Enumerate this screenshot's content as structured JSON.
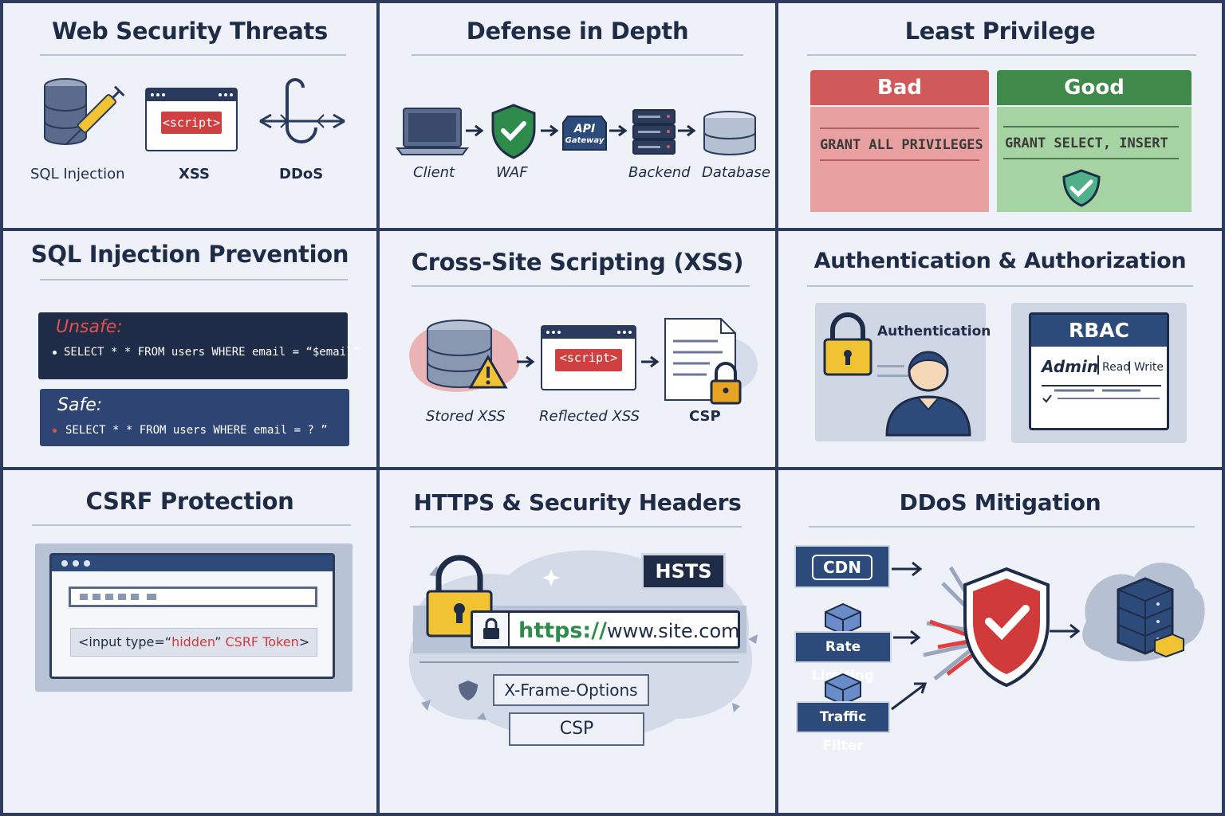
{
  "panels": {
    "threats": {
      "title": "Web Security Threats",
      "labels": [
        "SQL Injection",
        "XSS",
        "DDoS"
      ],
      "script_tag": "<script>"
    },
    "defense": {
      "title": "Defense in Depth",
      "labels": [
        "Client",
        "WAF",
        "Backend",
        "Database"
      ],
      "api_text": "API",
      "gateway_text": "Gateway"
    },
    "least_privilege": {
      "title": "Least Privilege",
      "bad_label": "Bad",
      "good_label": "Good",
      "bad_code": "GRANT ALL PRIVILEGES",
      "good_code": "GRANT SELECT, INSERT",
      "bad_color": "#d05a5a",
      "good_color": "#3f8a4a"
    },
    "sql_prevention": {
      "title": "SQL Injection Prevention",
      "unsafe_label": "Unsafe:",
      "unsafe_code": "SELECT * * FROM users WHERE email = “$email”",
      "safe_label": "Safe:",
      "safe_code": "SELECT * * FROM users WHERE email = ? ”"
    },
    "xss": {
      "title": "Cross-Site Scripting (XSS)",
      "labels": [
        "Stored XSS",
        "Reflected XSS",
        "CSP"
      ],
      "script_tag": "<script>"
    },
    "auth": {
      "title": "Authentication & Authorization",
      "auth_label": "Authentication",
      "rbac_title": "RBAC",
      "admin_label": "Admin",
      "perm_read": "Read",
      "perm_write": "Write"
    },
    "csrf": {
      "title": "CSRF Protection",
      "input_prefix": "<input type=“",
      "input_hidden": "hidden",
      "input_mid": "” ",
      "input_token": "CSRF Token",
      "input_suffix": ">"
    },
    "https": {
      "title": "HTTPS & Security Headers",
      "url_scheme": "https://",
      "url_host": "www.site.com",
      "hsts": "HSTS",
      "x_frame": "X-Frame-Options",
      "csp": "CSP"
    },
    "ddos": {
      "title": "DDoS Mitigation",
      "cdn": "CDN",
      "rate_limiting": "Rate Limiting",
      "traffic_filter": "Traffic Filter"
    }
  },
  "colors": {
    "navy": "#1f2c47",
    "accent_red": "#d03a3a",
    "accent_green": "#3f8a4a",
    "lock_gold": "#e8b422"
  }
}
